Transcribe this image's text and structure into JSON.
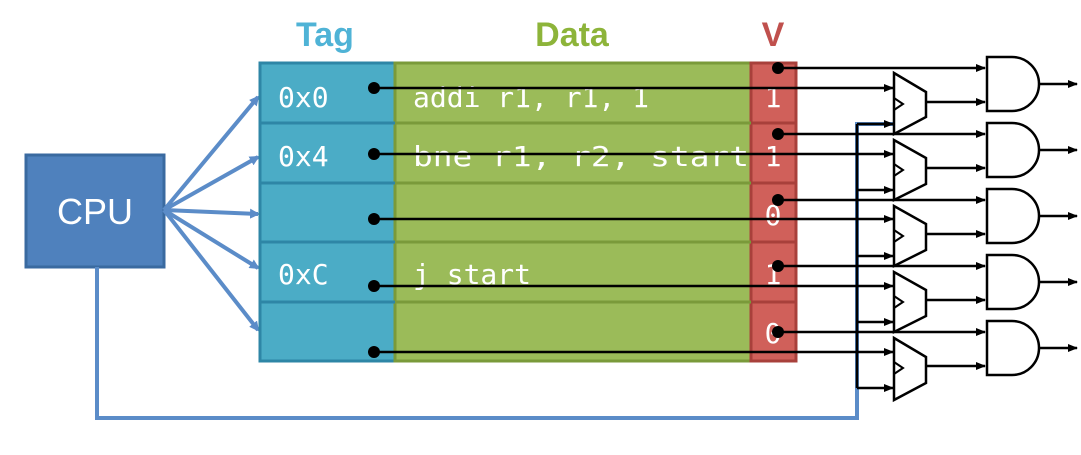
{
  "headers": {
    "tag": "Tag",
    "data": "Data",
    "valid": "V"
  },
  "cpu": {
    "label": "CPU"
  },
  "rows": [
    {
      "tag": "0x0",
      "data": "addi r1, r1, 1",
      "valid": "1"
    },
    {
      "tag": "0x4",
      "data": "bne r1, r2, start",
      "valid": "1"
    },
    {
      "tag": "",
      "data": "",
      "valid": "0"
    },
    {
      "tag": "0xC",
      "data": "j start",
      "valid": "1"
    },
    {
      "tag": "",
      "data": "",
      "valid": "0"
    }
  ],
  "colors": {
    "tag_header": "#4FB3D6",
    "data_header": "#8DB43A",
    "valid_header": "#C0504D",
    "cpu_box": "#4F81BD",
    "tag_fill": "#4BACC6",
    "data_fill": "#9BBB59",
    "valid_fill": "#D0605A",
    "wire": "#5B8CC8"
  }
}
